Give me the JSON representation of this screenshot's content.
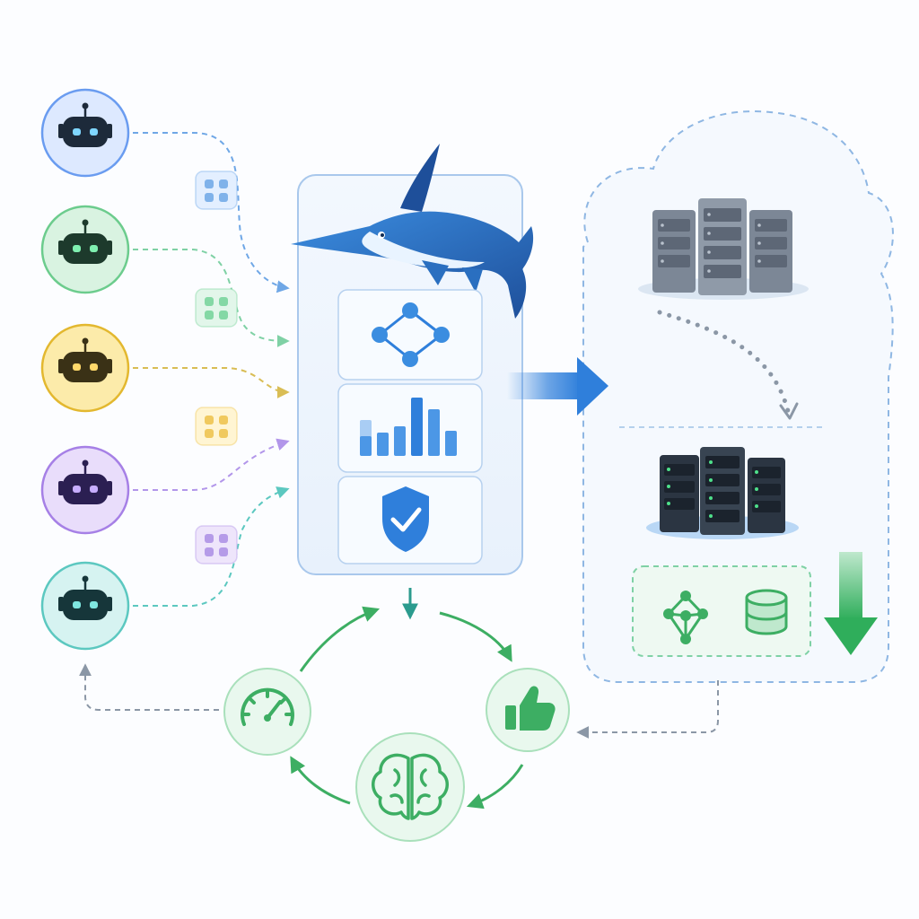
{
  "diagram": {
    "agents": [
      {
        "id": "agent-1",
        "icon": "robot-icon",
        "fill": "#dde9ff",
        "stroke": "#6a9cf0",
        "bot": "#1d2a3a",
        "eye": "#7fd6ff",
        "line": "#6fa7e6",
        "badge_fill": "#e3efff",
        "dot": "#7fb2ea"
      },
      {
        "id": "agent-2",
        "icon": "robot-icon",
        "fill": "#d9f3e1",
        "stroke": "#6ccc8d",
        "bot": "#1d3a2c",
        "eye": "#7ff0b0",
        "line": "#7fd1a5",
        "badge_fill": "#e2f6ea",
        "dot": "#84d8a5"
      },
      {
        "id": "agent-3",
        "icon": "robot-icon",
        "fill": "#fcebaa",
        "stroke": "#e3b82f",
        "bot": "#3a3116",
        "eye": "#ffd86a",
        "line": "#d9bd55",
        "badge_fill": "#fff5d3",
        "dot": "#f0c95e"
      },
      {
        "id": "agent-4",
        "icon": "robot-icon",
        "fill": "#e9ddfb",
        "stroke": "#a680e6",
        "bot": "#2b1f52",
        "eye": "#c7adff",
        "line": "#b296ea",
        "badge_fill": "#eee5fb",
        "dot": "#b59be8"
      },
      {
        "id": "agent-5",
        "icon": "robot-icon",
        "fill": "#d6f3f1",
        "stroke": "#5cc8c0",
        "bot": "#16363a",
        "eye": "#7fe7e0",
        "line": "#5cc8c0",
        "badge_fill": "#e0f4f3",
        "dot": "#84d9d3"
      }
    ],
    "center_panel": {
      "mascot": "marlin-icon",
      "cards": [
        {
          "icon": "graph-network-icon"
        },
        {
          "icon": "bar-chart-icon"
        },
        {
          "icon": "shield-check-icon"
        }
      ]
    },
    "infrastructure": {
      "upper_servers": "server-rack-icon",
      "lower_servers": "server-rack-icon",
      "store_icons": [
        "graph-network-icon",
        "database-icon"
      ],
      "down_arrow": "arrow-down-icon"
    },
    "cycle": [
      {
        "id": "gauge",
        "icon": "speedometer-icon"
      },
      {
        "id": "feedback",
        "icon": "thumbs-up-icon"
      },
      {
        "id": "learning",
        "icon": "brain-icon"
      }
    ],
    "colors": {
      "primary_blue": "#2f7fdb",
      "cycle_green": "#3dae63",
      "panel_bg": "#eef5fd",
      "cloud_stroke": "#8fb7e3",
      "gray_arrow": "#8b97a6"
    }
  }
}
